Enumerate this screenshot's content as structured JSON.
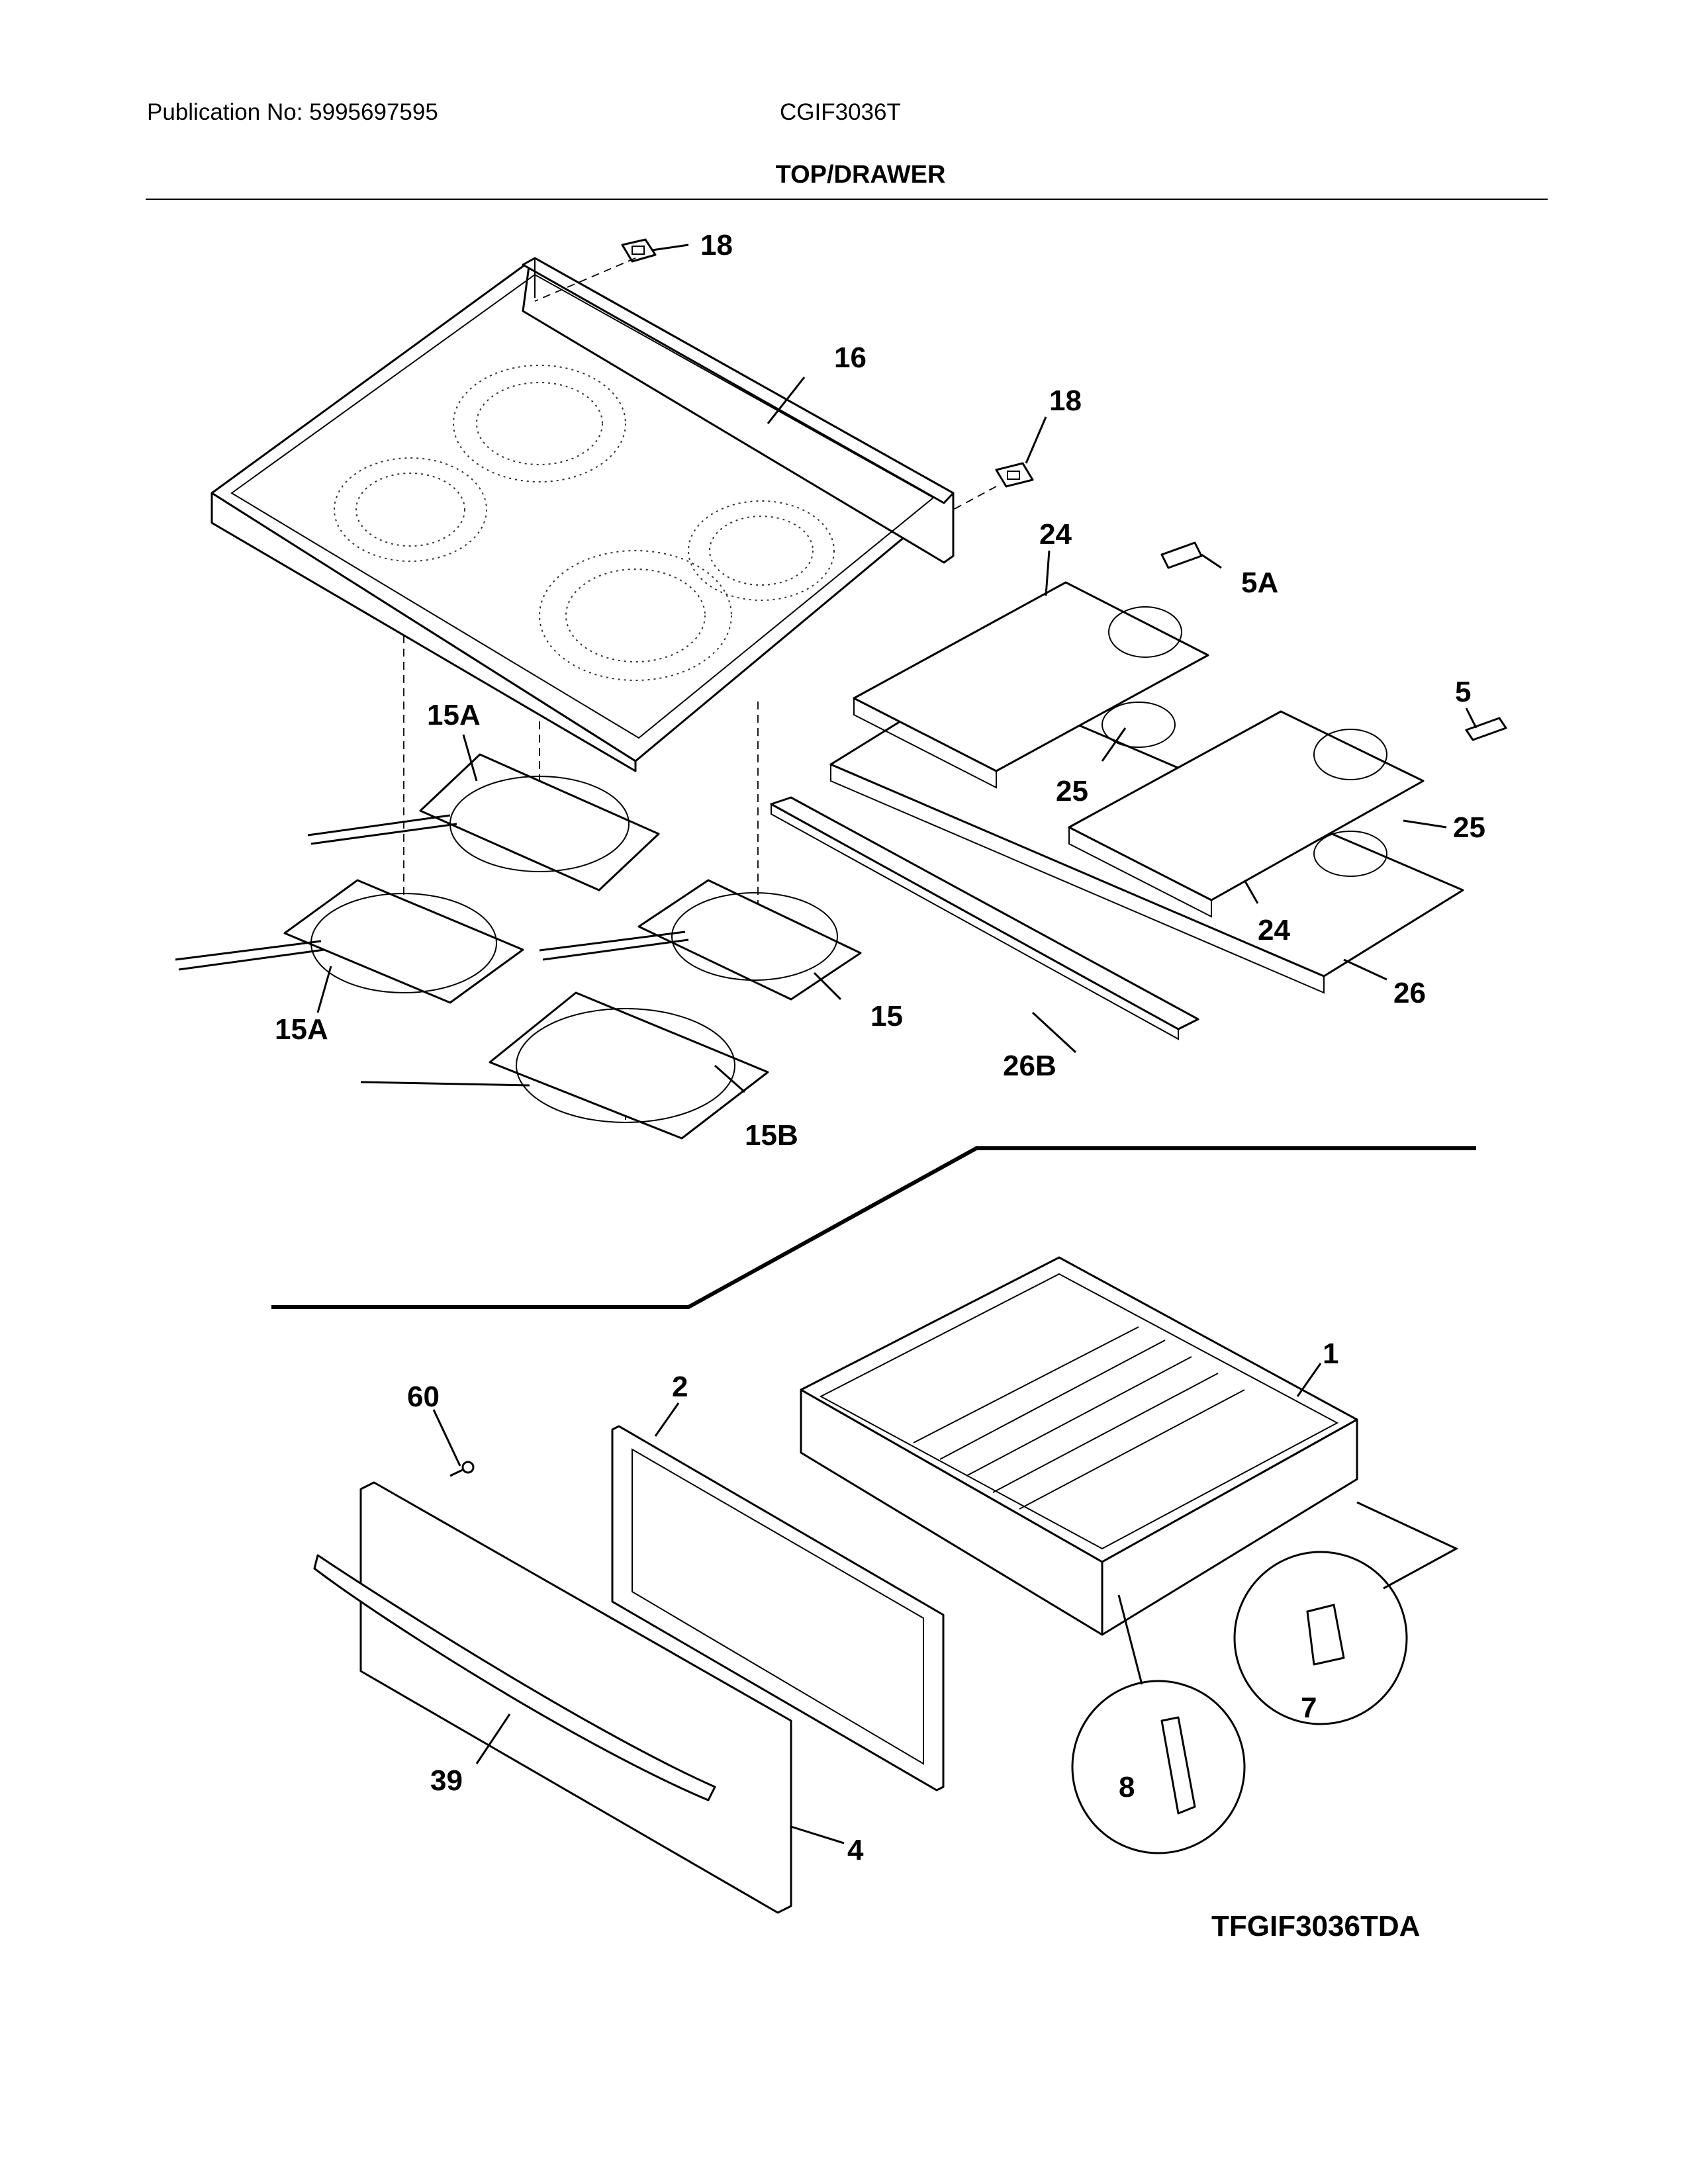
{
  "header": {
    "publication": "Publication No: 5995697595",
    "model": "CGIF3036T",
    "section_title": "TOP/DRAWER"
  },
  "callouts": {
    "c18a": "18",
    "c16": "16",
    "c18b": "18",
    "c24a": "24",
    "c5a": "5A",
    "c5": "5",
    "c15a_top": "15A",
    "c25a": "25",
    "c25b": "25",
    "c24b": "24",
    "c26": "26",
    "c26b": "26B",
    "c15a_bottom": "15A",
    "c15": "15",
    "c15b": "15B",
    "c1": "1",
    "c60": "60",
    "c2": "2",
    "c7": "7",
    "c8": "8",
    "c39": "39",
    "c4": "4"
  },
  "figure_code": "TFGIF3036TDA"
}
